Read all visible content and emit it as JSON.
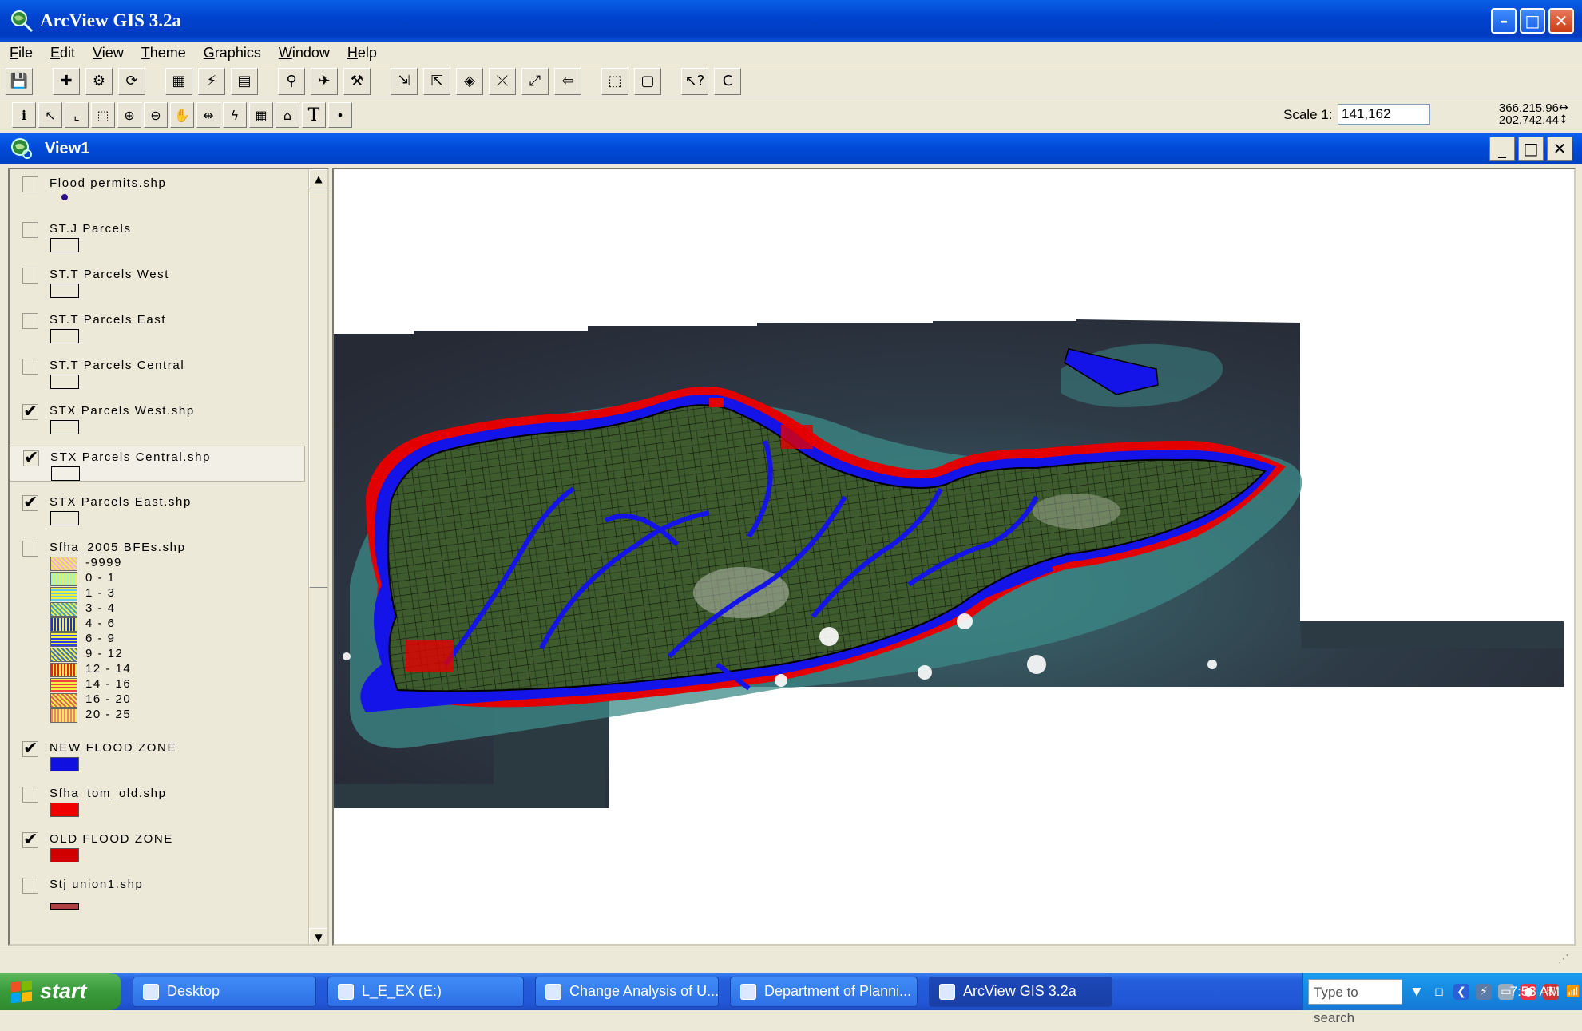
{
  "app": {
    "title": "ArcView GIS 3.2a"
  },
  "menu": [
    {
      "label": "File",
      "u": "F",
      "rest": "ile"
    },
    {
      "label": "Edit",
      "u": "E",
      "rest": "dit"
    },
    {
      "label": "View",
      "u": "V",
      "rest": "iew"
    },
    {
      "label": "Theme",
      "u": "T",
      "rest": "heme"
    },
    {
      "label": "Graphics",
      "u": "G",
      "rest": "raphics"
    },
    {
      "label": "Window",
      "u": "W",
      "rest": "indow"
    },
    {
      "label": "Help",
      "u": "H",
      "rest": "elp"
    }
  ],
  "toolbar": {
    "scale_label": "Scale 1:",
    "scale_value": "141,162",
    "coord_x": "366,215.96",
    "coord_y": "202,742.44",
    "text_tool": "T",
    "clear_tool": "C"
  },
  "view": {
    "title": "View1"
  },
  "toc": {
    "layers": [
      {
        "name": "Flood permits.shp",
        "checked": false,
        "symbol": "dot"
      },
      {
        "name": "ST.J Parcels",
        "checked": false,
        "symbol": "outline"
      },
      {
        "name": "ST.T Parcels West",
        "checked": false,
        "symbol": "outline"
      },
      {
        "name": "ST.T Parcels East",
        "checked": false,
        "symbol": "outline"
      },
      {
        "name": "ST.T Parcels Central",
        "checked": false,
        "symbol": "outline"
      },
      {
        "name": "STX Parcels West.shp",
        "checked": true,
        "symbol": "outline"
      },
      {
        "name": "STX Parcels Central.shp",
        "checked": true,
        "symbol": "outline",
        "active": true
      },
      {
        "name": "STX Parcels East.shp",
        "checked": true,
        "symbol": "outline"
      },
      {
        "name": "Sfha_2005 BFEs.shp",
        "checked": false,
        "symbol": "legend"
      },
      {
        "name": "NEW FLOOD ZONE",
        "checked": true,
        "symbol": "fill",
        "color": "#1010e0"
      },
      {
        "name": "Sfha_tom_old.shp",
        "checked": false,
        "symbol": "fill",
        "color": "#f00000"
      },
      {
        "name": "OLD FLOOD ZONE",
        "checked": true,
        "symbol": "fill",
        "color": "#d00000"
      },
      {
        "name": "Stj union1.shp",
        "checked": false,
        "symbol": "partial"
      }
    ],
    "bfe_classes": [
      {
        "label": "-9999",
        "color": "#f2a8f0",
        "stripe": "#f0f040"
      },
      {
        "label": "0 - 1",
        "color": "#9df0f0",
        "stripe": "#f0f040"
      },
      {
        "label": "1 - 3",
        "color": "#60c8e8",
        "stripe": "#f0f040"
      },
      {
        "label": "3 - 4",
        "color": "#40a0d0",
        "stripe": "#f0f040"
      },
      {
        "label": "4 - 6",
        "color": "#2030d8",
        "stripe": "#f0f040"
      },
      {
        "label": "6 - 9",
        "color": "#3040e0",
        "stripe": "#f0f040"
      },
      {
        "label": "9 - 12",
        "color": "#4070c8",
        "stripe": "#f0f040"
      },
      {
        "label": "12 - 14",
        "color": "#f02020",
        "stripe": "#f0f040"
      },
      {
        "label": "14 - 16",
        "color": "#f04040",
        "stripe": "#f0f040"
      },
      {
        "label": "16 - 20",
        "color": "#e06060",
        "stripe": "#f0f040"
      },
      {
        "label": "20 - 25",
        "color": "#f08080",
        "stripe": "#f0f040"
      }
    ]
  },
  "taskbar": {
    "start_label": "start",
    "tasks": [
      {
        "label": "Desktop"
      },
      {
        "label": "L_E_EX (E:)"
      },
      {
        "label": "Change Analysis of U..."
      },
      {
        "label": "Department of Planni..."
      },
      {
        "label": "ArcView GIS 3.2a",
        "active": true
      }
    ],
    "search_placeholder": "Type to search",
    "clock": "7:53 AM"
  },
  "colors": {
    "new_flood_zone": "#1010e0",
    "old_flood_zone": "#e00000",
    "land": "#3c5a2c",
    "sea_dark": "#2c3340",
    "reef": "#3c8d8a"
  }
}
